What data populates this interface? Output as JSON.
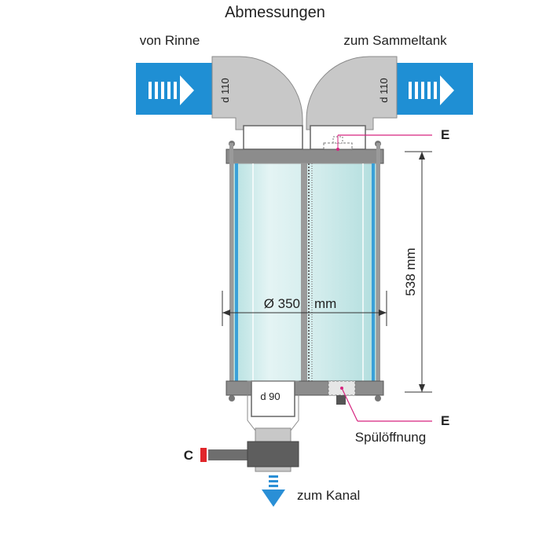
{
  "title": "Abmessungen",
  "inlet_label": "von Rinne",
  "outlet_label": "zum Sammeltank",
  "inlet_pipe_diameter": "d 110",
  "outlet_pipe_diameter": "d 110",
  "bottom_pipe_diameter": "d 90",
  "diameter_label": "Ø 350",
  "diameter_unit": "mm",
  "height_label": "538 mm",
  "flush_opening_label": "Spülöffnung",
  "drain_label": "zum Kanal",
  "marker_e_top": "E",
  "marker_e_bottom": "E",
  "marker_c": "C",
  "colors": {
    "flow_arrow_bg": "#1f8fd4",
    "pipe_gray": "#c9c9c9",
    "pipe_edge": "#8a8a8a",
    "glass_fill": "#cfeaea",
    "glass_edge": "#3aa0d8",
    "leader_magenta": "#d6257f",
    "valve_red": "#e0262a",
    "valve_gray": "#6e6e6e",
    "drain_arrow": "#2a8fd6"
  }
}
